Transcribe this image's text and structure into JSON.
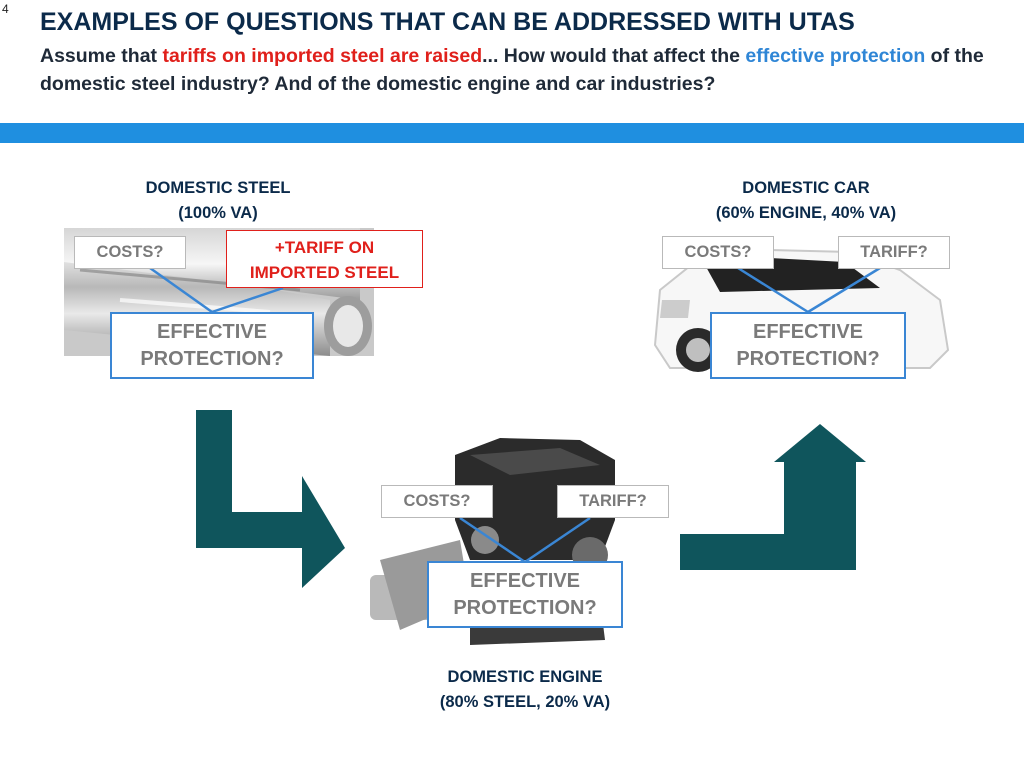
{
  "slide_number": "4",
  "title": "EXAMPLES OF QUESTIONS THAT CAN BE ADDRESSED WITH UTAS",
  "subtitle": {
    "part1": "Assume that ",
    "highlight_red": "tariffs on imported steel are raised",
    "part2": "... How would that affect the ",
    "highlight_blue": "effective protection",
    "part3": " of the domestic steel industry? And of the domestic engine and car industries?"
  },
  "steel": {
    "caption_line1": "DOMESTIC STEEL",
    "caption_line2": "(100% VA)",
    "costs_label": "COSTS?",
    "tariff_line1": "+TARIFF ON",
    "tariff_line2": "IMPORTED STEEL",
    "ep_line1": "EFFECTIVE",
    "ep_line2": "PROTECTION?"
  },
  "car": {
    "caption_line1": "DOMESTIC CAR",
    "caption_line2": "(60% ENGINE, 40% VA)",
    "costs_label": "COSTS?",
    "tariff_label": "TARIFF?",
    "ep_line1": "EFFECTIVE",
    "ep_line2": "PROTECTION?"
  },
  "engine": {
    "caption_line1": "DOMESTIC ENGINE",
    "caption_line2": "(80% STEEL, 20% VA)",
    "costs_label": "COSTS?",
    "tariff_label": "TARIFF?",
    "ep_line1": "EFFECTIVE",
    "ep_line2": "PROTECTION?"
  },
  "colors": {
    "title": "#0b2a4a",
    "accent_red": "#e0201b",
    "accent_blue": "#2f86d6",
    "band": "#1f8fe0",
    "arrow": "#0f555c",
    "connector": "#3a86d4"
  }
}
